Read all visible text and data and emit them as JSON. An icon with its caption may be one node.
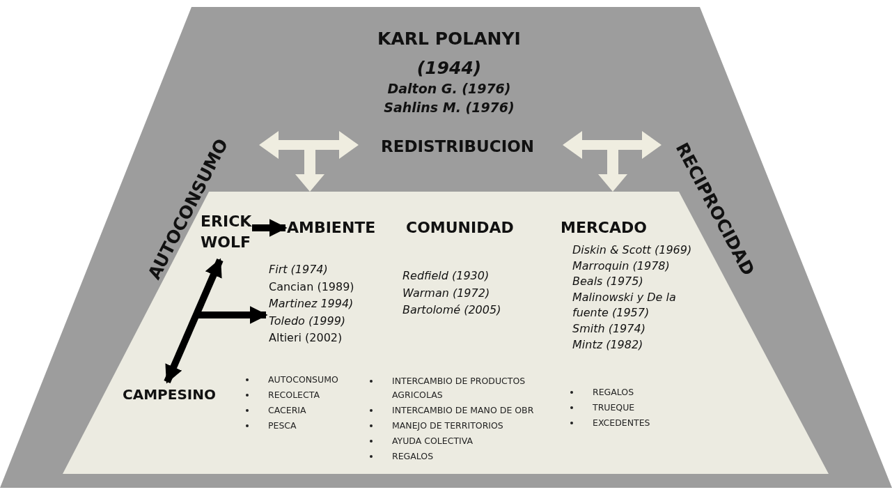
{
  "diagram": {
    "nodes": [
      {
        "text": [
          "KARL POLANYI *(1944)*",
          "Dalton G. (1976)",
          "Sahlins M. (1976)"
        ]
      },
      {
        "text": [],
        "shape": "trapezoid",
        "in": 0
      },
      {
        "text": [
          "ERICK WOLF"
        ],
        "in": 1
      },
      {
        "text": [
          "AMBIENTE"
        ],
        "in": 1
      },
      {
        "text": [
          "*Firt (1974)*",
          "Cancian (1989)",
          "*Martinez 1994)*",
          "*Toledo (1999)*",
          "Altieri (2002)"
        ],
        "in": 1
      },
      {
        "text": [
          "COMUNIDAD"
        ],
        "in": 1
      },
      {
        "text": [
          "*Redfield (1930)*",
          "*Warman (1972)*",
          "*Bartolomé (2005)*"
        ],
        "in": 1
      },
      {
        "text": [
          "MERCADO"
        ],
        "in": 1
      },
      {
        "text": [
          "*Diskin & Scott (1969)*",
          "*Marroquin (1978)*",
          "*Beals (1975)*",
          "*Malinowski y De la fuente (1957)*",
          "*Smith (1974)*",
          "*Mintz (1982)*"
        ],
        "in": 1
      },
      {
        "text": [
          "CAMPESINO"
        ],
        "in": 1
      }
    ],
    "edges": [
      {
        "from": 2,
        "to": 3,
        "arrow": "to"
      },
      {
        "from": 9,
        "to": 2,
        "arrow": "both"
      },
      {
        "from": null,
        "to": 4,
        "arrow": "to"
      }
    ],
    "labels": [
      "AUTOCONSUMO",
      "REDISTRIBUCION",
      "RECIPROCIDAD",
      "AUTOCONSUMO",
      "RECOLECTA",
      "CACERIA",
      "PESCA",
      "INTERCAMBIO DE PRODUCTOS AGRICOLAS",
      "INTERCAMBIO DE MANO DE OBR",
      "MANEJO DE TERRITORIOS",
      "AYUDA COLECTIVA",
      "REGALOS",
      "REGALOS",
      "TRUEQUE",
      "EXCEDENTES"
    ]
  }
}
